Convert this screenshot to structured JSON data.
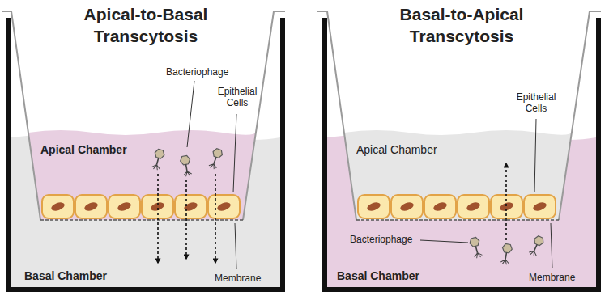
{
  "diagram": {
    "nodes": [
      {
        "text": [
          "Basal Chamber"
        ]
      },
      {
        "text": [
          "Apical Chamber"
        ],
        "in": 0
      },
      {
        "text": [
          "Basal Chamber"
        ]
      },
      {
        "text": [
          "Apical Chamber"
        ],
        "in": 2
      }
    ],
    "edges": [
      {
        "from": 1,
        "to": 0,
        "arrow": "to"
      },
      {
        "from": 1,
        "to": 0,
        "arrow": "to"
      },
      {
        "from": 1,
        "to": 0,
        "arrow": "to"
      },
      {
        "from": 2,
        "to": 3,
        "arrow": "to"
      }
    ],
    "labels": [
      "Apical-to-Basal Transcytosis",
      "Basal-to-Apical Transcytosis",
      "Bacteriophage",
      "Epithelial Cells",
      "Epithelial Cells",
      "Bacteriophage",
      "Membrane",
      "Membrane"
    ]
  }
}
